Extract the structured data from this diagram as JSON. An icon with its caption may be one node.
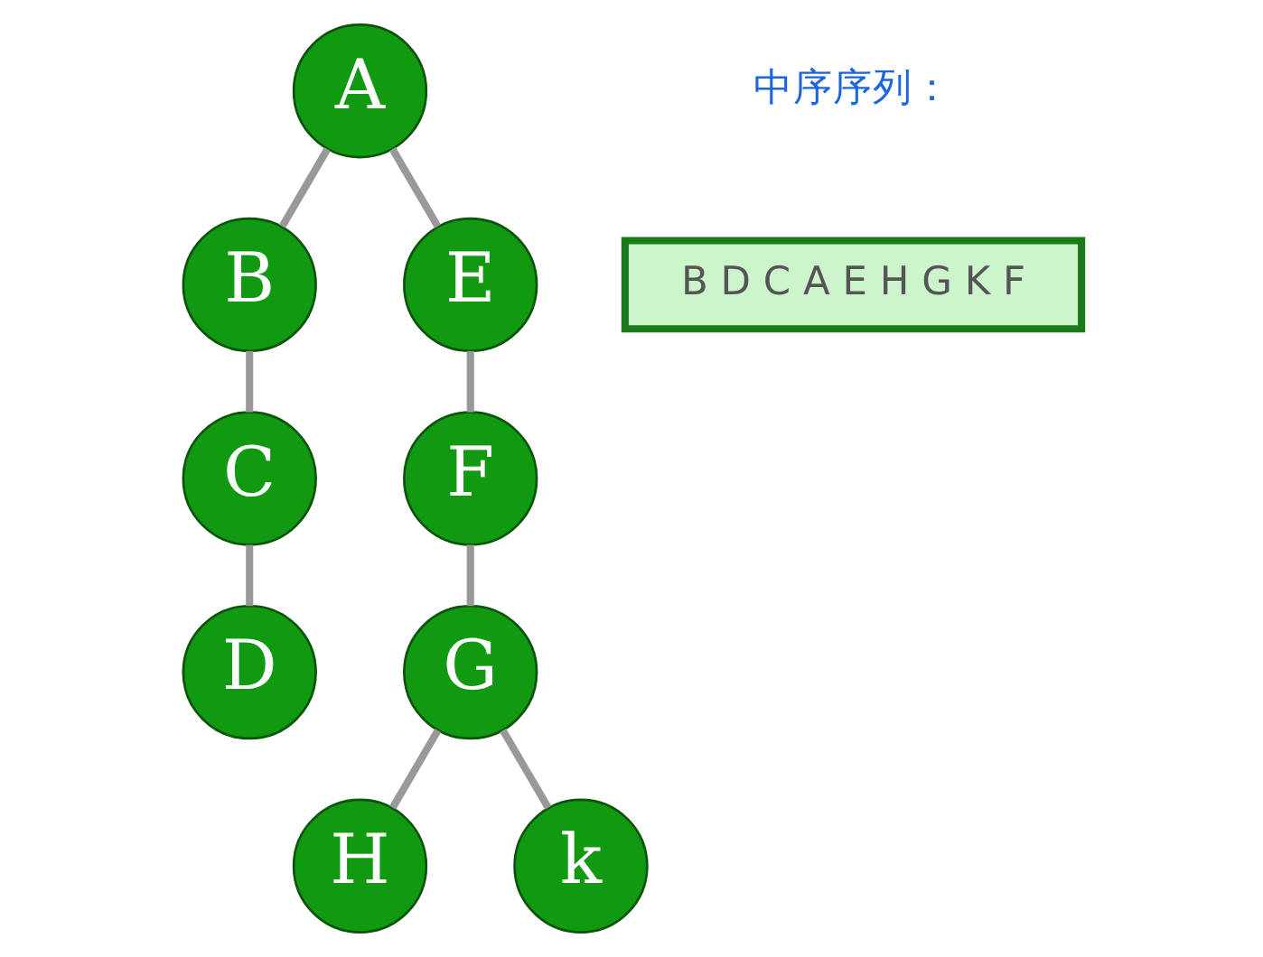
{
  "diagram": {
    "nodes": [
      {
        "text": [
          "A"
        ]
      },
      {
        "text": [
          "B"
        ]
      },
      {
        "text": [
          "E"
        ]
      },
      {
        "text": [
          "C"
        ]
      },
      {
        "text": [
          "F"
        ]
      },
      {
        "text": [
          "D"
        ]
      },
      {
        "text": [
          "G"
        ]
      },
      {
        "text": [
          "H"
        ]
      },
      {
        "text": [
          "k"
        ]
      },
      {
        "text": [
          "B D C A E H G K F"
        ]
      }
    ],
    "edges": [
      {
        "from": 0,
        "to": 1,
        "arrow": "none"
      },
      {
        "from": 0,
        "to": 2,
        "arrow": "none"
      },
      {
        "from": 1,
        "to": 3,
        "arrow": "none"
      },
      {
        "from": 3,
        "to": 5,
        "arrow": "none"
      },
      {
        "from": 2,
        "to": 4,
        "arrow": "none"
      },
      {
        "from": 4,
        "to": 6,
        "arrow": "none"
      },
      {
        "from": 6,
        "to": 7,
        "arrow": "none"
      },
      {
        "from": 6,
        "to": 8,
        "arrow": "none"
      }
    ],
    "labels": [
      "中序序列："
    ]
  }
}
